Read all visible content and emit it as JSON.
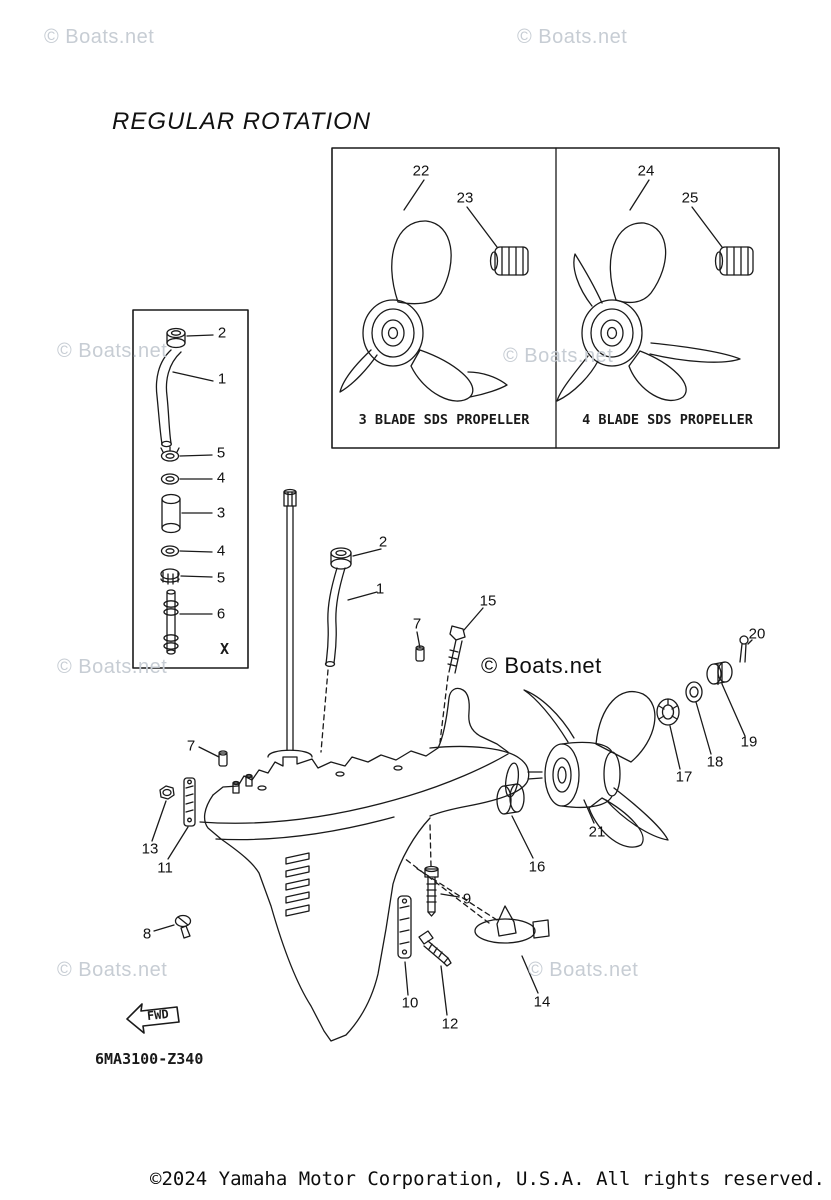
{
  "page": {
    "title": "REGULAR ROTATION",
    "diagram_code": "6MA3100-Z340",
    "footer": "©2024 Yamaha Motor Corporation, U.S.A. All rights reserved."
  },
  "watermark": {
    "text": "© Boats.net"
  },
  "panels": {
    "three_blade_caption": "3 BLADE SDS PROPELLER",
    "four_blade_caption": "4 BLADE SDS PROPELLER"
  },
  "inset": {
    "section_label": "X"
  },
  "fwd_arrow": {
    "label": "FWD"
  },
  "colors": {
    "line": "#1a1a1a",
    "watermark": "#c7cdd4",
    "background": "#ffffff"
  },
  "callouts": {
    "n1": "1",
    "n2": "2",
    "n3": "3",
    "n4": "4",
    "n5": "5",
    "n6": "6",
    "n7": "7",
    "n8": "8",
    "n9": "9",
    "n10": "10",
    "n11": "11",
    "n12": "12",
    "n13": "13",
    "n14": "14",
    "n15": "15",
    "n16": "16",
    "n17": "17",
    "n18": "18",
    "n19": "19",
    "n20": "20",
    "n21": "21",
    "n22": "22",
    "n23": "23",
    "n24": "24",
    "n25": "25"
  }
}
